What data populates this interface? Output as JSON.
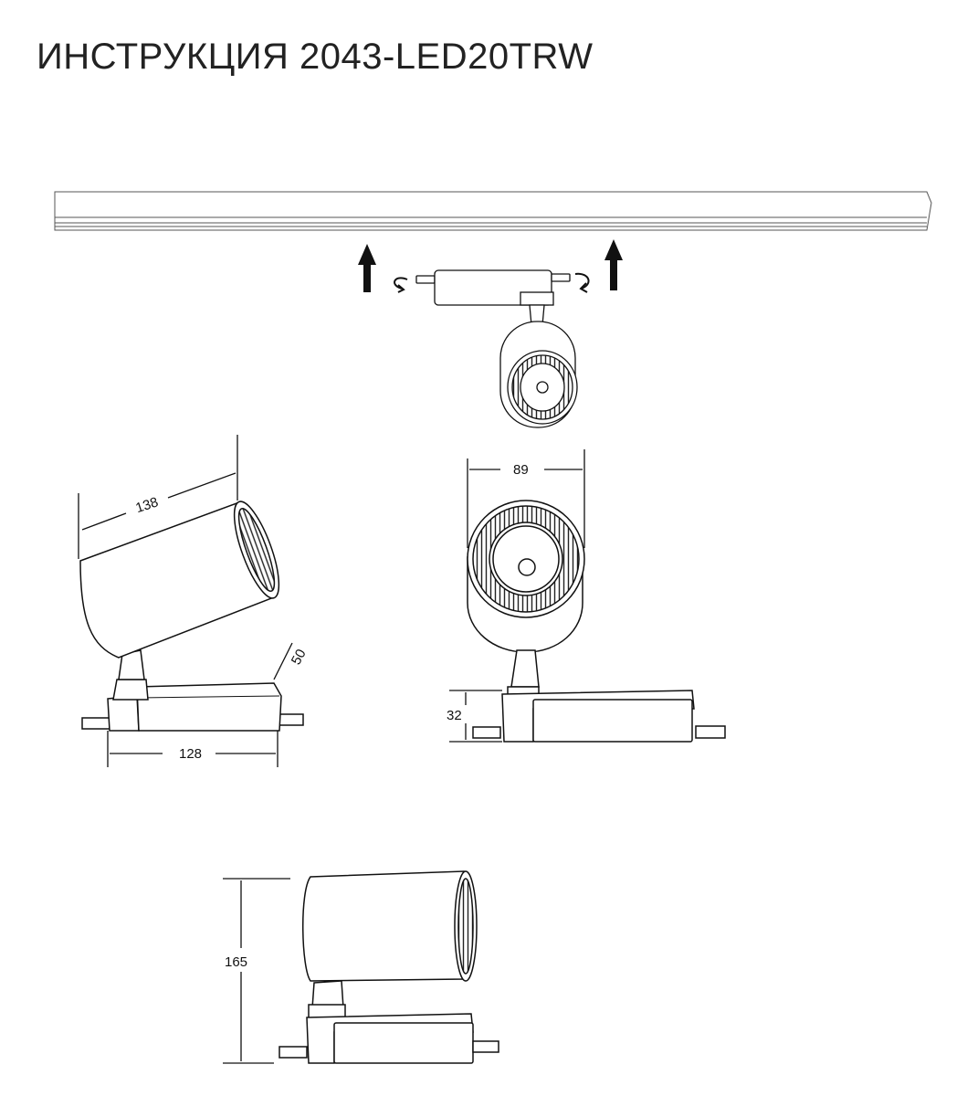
{
  "document": {
    "title": "ИНСТРУКЦИЯ 2043-LED20TRW"
  },
  "dimensions": {
    "lamp_length": "138",
    "base_width": "50",
    "base_length": "128",
    "head_diameter": "89",
    "base_height": "32",
    "total_height": "165"
  },
  "colors": {
    "line": "#111111",
    "background": "#ffffff"
  }
}
